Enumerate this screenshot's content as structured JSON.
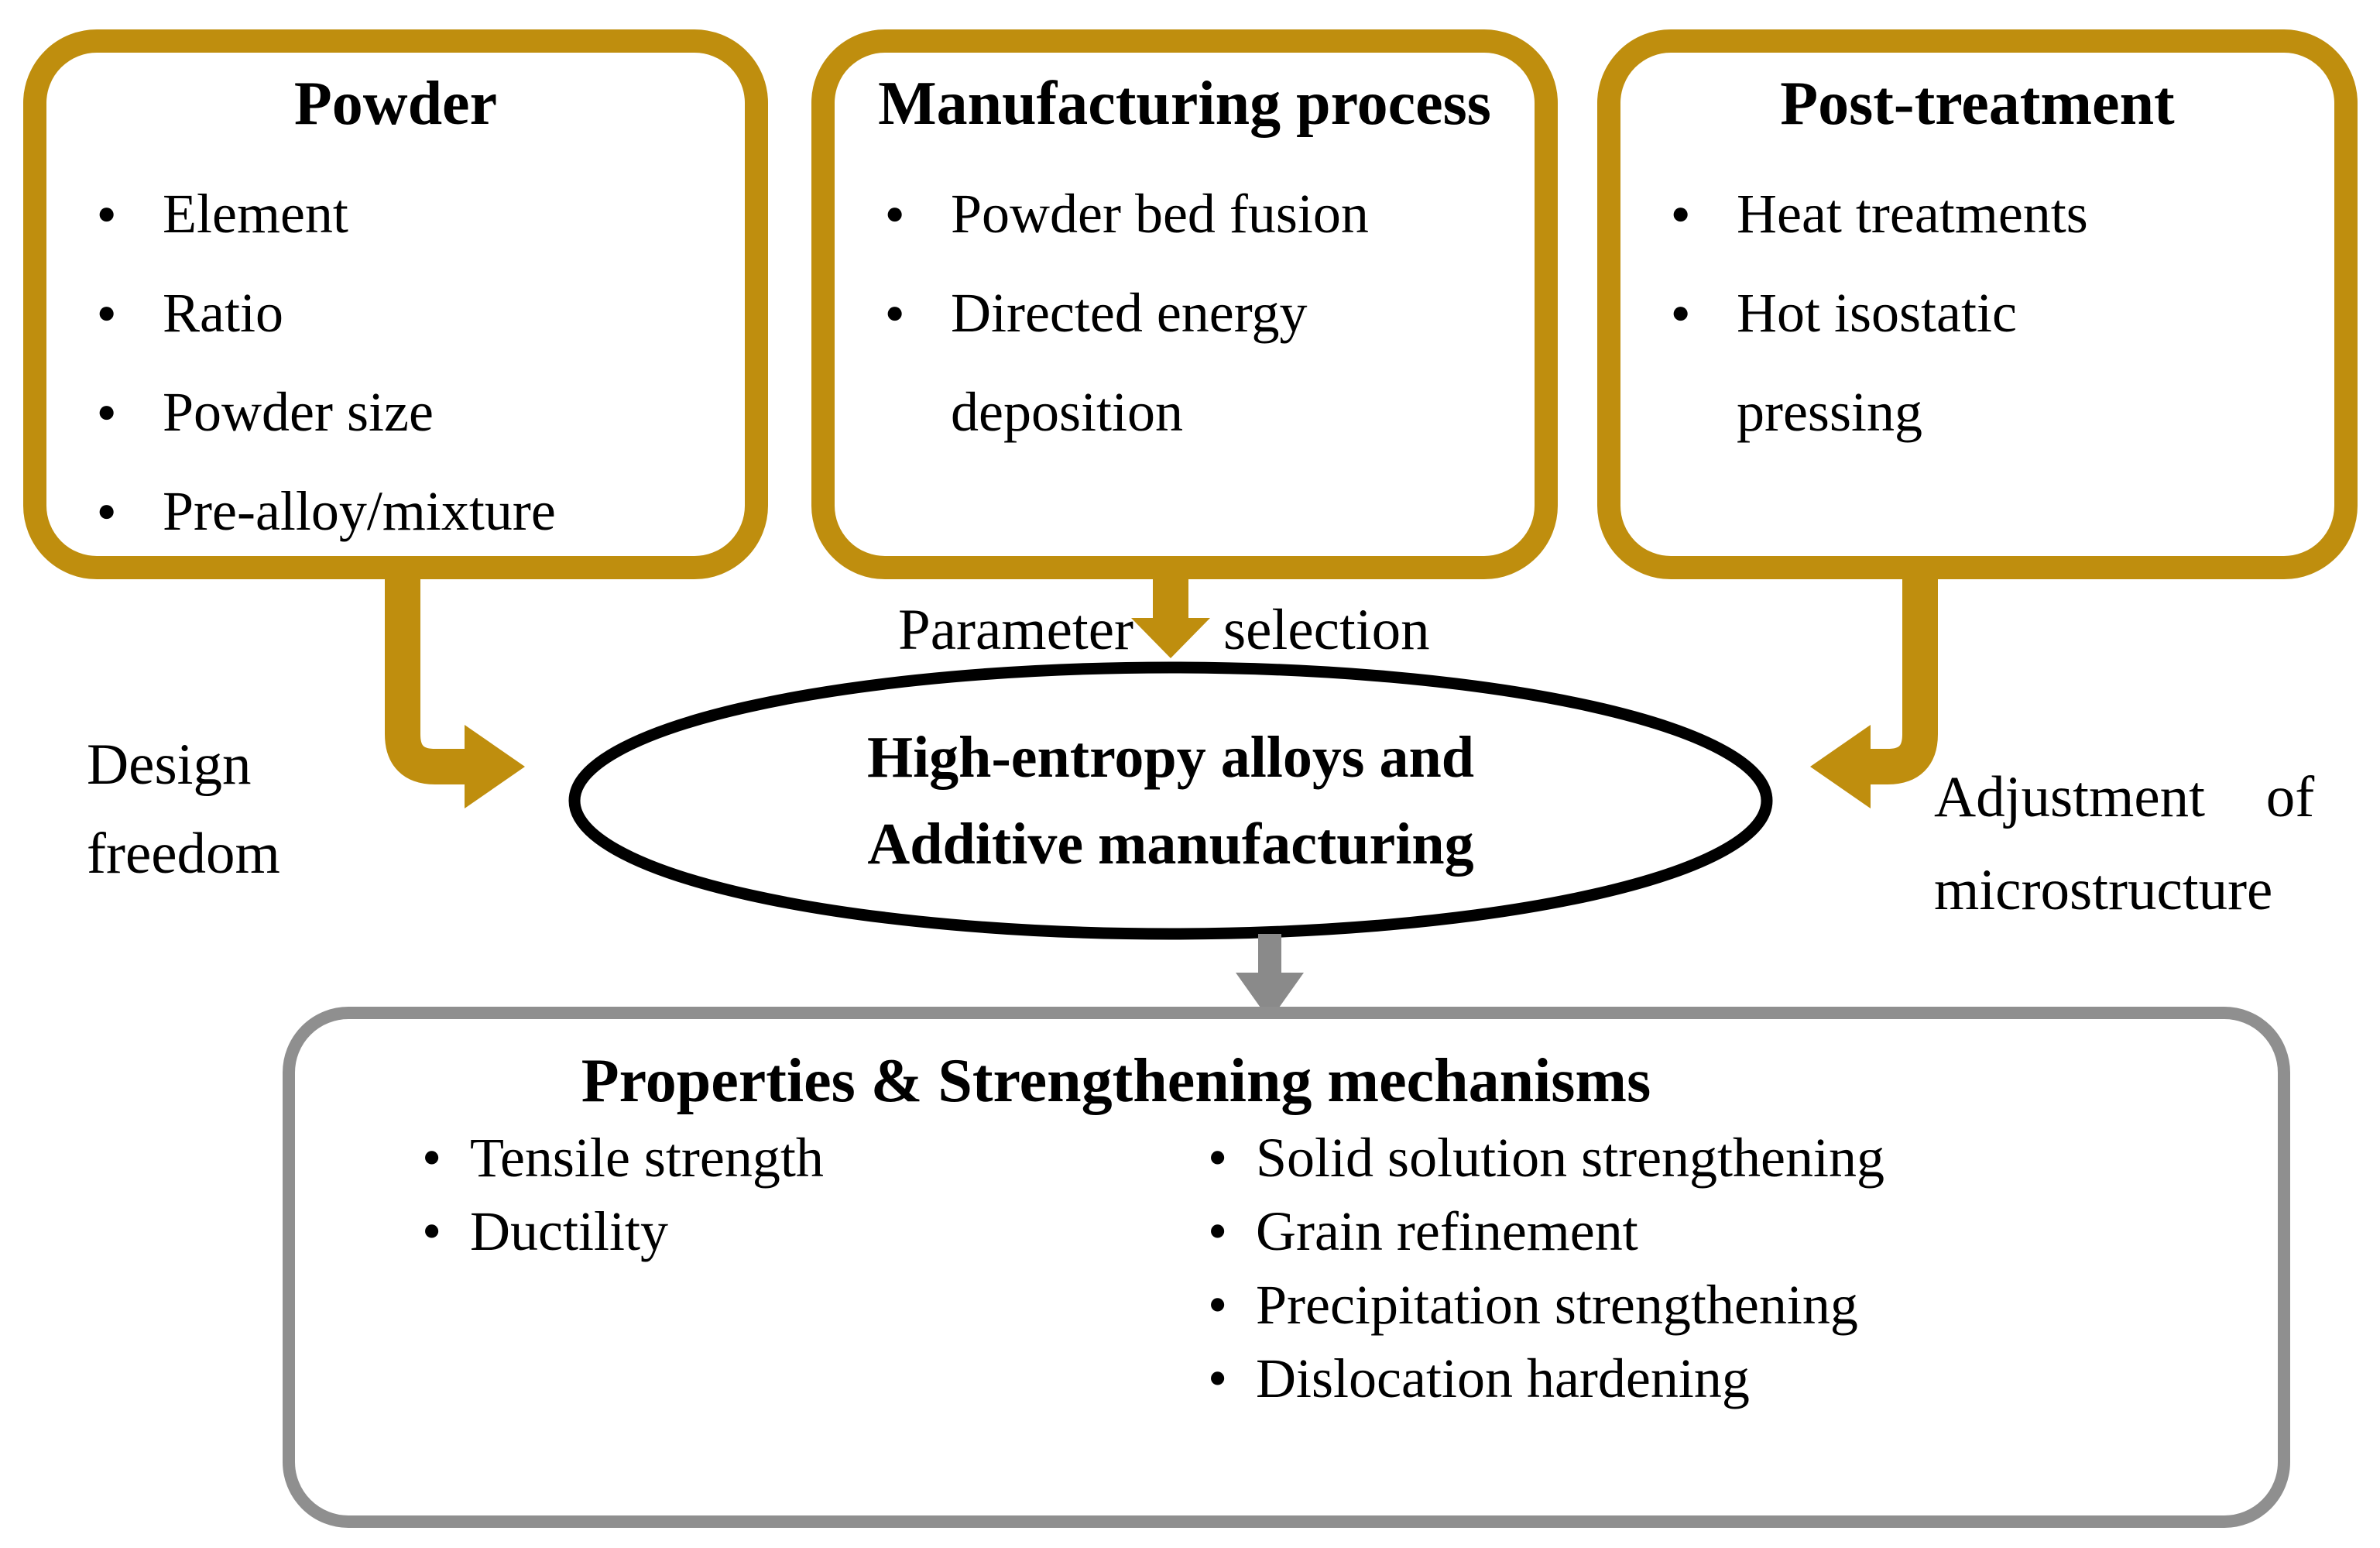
{
  "colors": {
    "gold": "#BF8E0E",
    "arrow_gray": "#8A8A8A",
    "box_border_gray": "#8F8F8F",
    "ellipse_border": "#000000",
    "text": "#000000"
  },
  "icons": {
    "left_connector": "elbow-arrow-right-icon",
    "middle_connector": "arrow-down-icon",
    "right_connector": "elbow-arrow-left-icon",
    "result_connector": "arrow-down-icon"
  },
  "boxes": {
    "powder": {
      "title": "Powder",
      "items": [
        "Element",
        "Ratio",
        "Powder size",
        "Pre-alloy/mixture"
      ]
    },
    "manufacturing": {
      "title": "Manufacturing process",
      "items": [
        "Powder bed fusion",
        "Directed energy deposition"
      ]
    },
    "post_treatment": {
      "title": "Post-treatment",
      "items": [
        "Heat treatments",
        "Hot isostatic pressing"
      ]
    }
  },
  "labels": {
    "parameter": "Parameter",
    "selection": "selection",
    "design_line1": "Design",
    "design_line2": "freedom",
    "adjustment_line1": "Adjustment of",
    "adjustment_line2": "microstructure"
  },
  "ellipse": {
    "line1": "High-entropy alloys and",
    "line2": "Additive manufacturing"
  },
  "properties_box": {
    "title": "Properties & Strengthening mechanisms",
    "left_items": [
      "Tensile strength",
      "Ductility"
    ],
    "right_items": [
      "Solid solution strengthening",
      "Grain refinement",
      "Precipitation strengthening",
      "Dislocation hardening"
    ]
  }
}
